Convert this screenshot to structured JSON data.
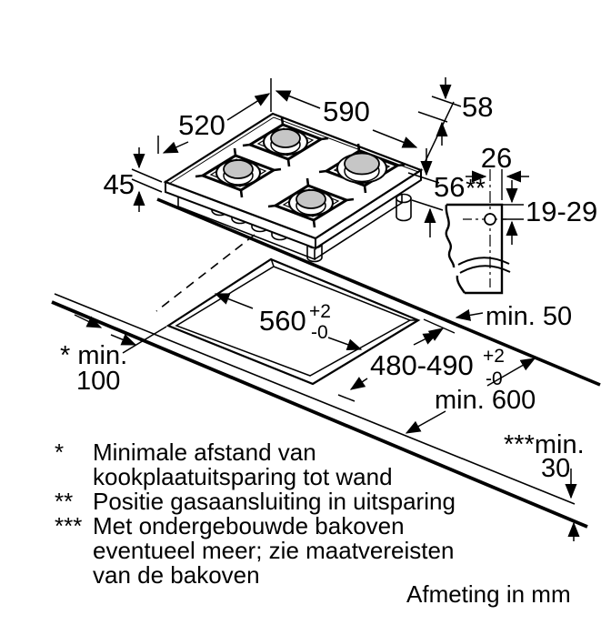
{
  "diagram": {
    "hob": {
      "width": "520",
      "depth": "590",
      "height_top": "58",
      "height_body": "56",
      "height_buildin": "45"
    },
    "gas_connection": {
      "offset_from_edge": "26",
      "position_ref": "**",
      "depth_below_top": "19-29"
    },
    "cutout": {
      "width": "560",
      "width_tol_plus": "+2",
      "width_tol_minus": "-0",
      "depth": "480-490",
      "depth_tol_plus": "+2",
      "depth_tol_minus": "-0"
    },
    "clearances": {
      "to_wall_right": "min. 50",
      "to_wall_left_line1": "* min.",
      "to_wall_left_line2": "100",
      "worktop_depth": "min. 600",
      "below_hob_line1": "***min.",
      "below_hob_line2": "30"
    }
  },
  "footnotes": [
    {
      "symbol": "*",
      "lines": [
        "Minimale afstand van",
        "kookplaatuitsparing tot wand"
      ]
    },
    {
      "symbol": "**",
      "lines": [
        "Positie gasaansluiting in uitsparing"
      ]
    },
    {
      "symbol": "***",
      "lines": [
        "Met ondergebouwde bakoven",
        "eventueel meer; zie maatvereisten",
        "van de bakoven"
      ]
    }
  ],
  "caption": "Afmeting in mm",
  "colors": {
    "line": "#000000",
    "burner_cap": "#c6c6c6"
  }
}
